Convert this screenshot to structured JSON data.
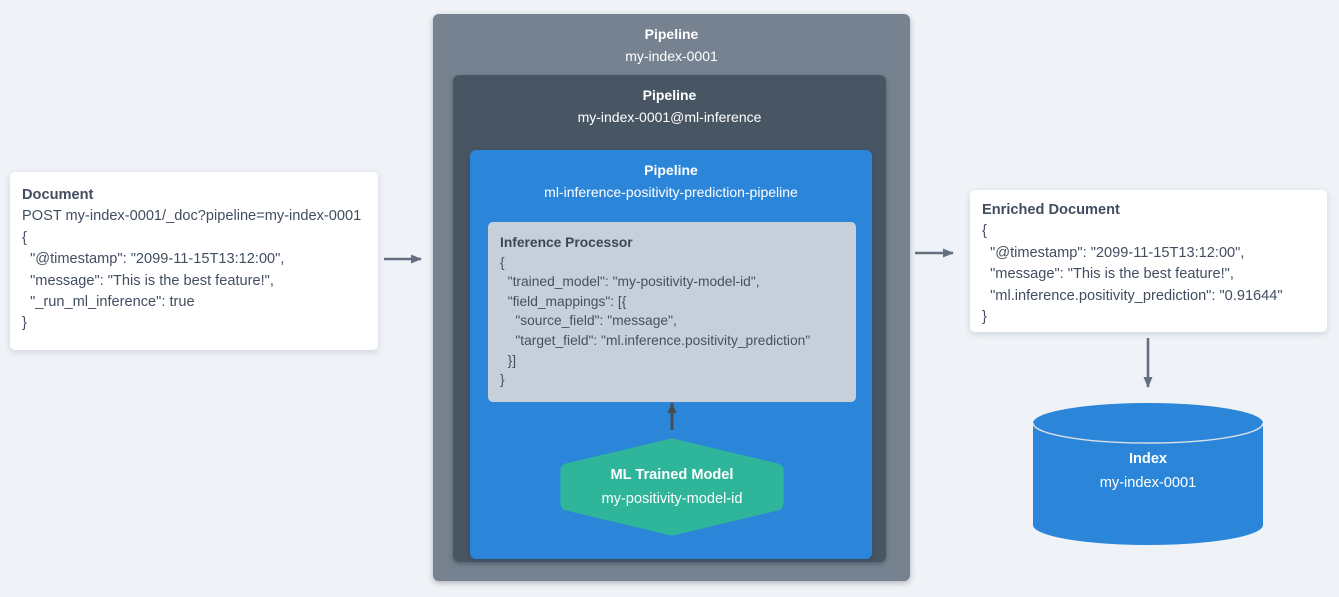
{
  "colors": {
    "bg": "#eff2f6",
    "card_bg": "#ffffff",
    "card_text": "#424e60",
    "outer_box": "#76828f",
    "mid_box": "#485563",
    "inner_box": "#2b86d9",
    "processor_bg": "#c7cfdb",
    "processor_text": "#46515f",
    "hexagon": "#2eb59a",
    "cylinder": "#2b86d9",
    "arrow": "#64707f",
    "arrow_dark": "#474c52"
  },
  "document_card": {
    "title": "Document",
    "lines": [
      "POST my-index-0001/_doc?pipeline=my-index-0001",
      "{",
      "  \"@timestamp\": \"2099-11-15T13:12:00\",",
      "  \"message\": \"This is the best feature!\",",
      "  \"_run_ml_inference\": true",
      "}"
    ]
  },
  "flow": {
    "outer_pipeline": {
      "label": "Pipeline",
      "name": "my-index-0001"
    },
    "mid_pipeline": {
      "label": "Pipeline",
      "name": "my-index-0001@ml-inference"
    },
    "inner_pipeline": {
      "label": "Pipeline",
      "name": "ml-inference-positivity-prediction-pipeline"
    },
    "inference_processor": {
      "title": "Inference Processor",
      "lines": [
        "{",
        "  \"trained_model\": \"my-positivity-model-id\",",
        "  \"field_mappings\": [{",
        "    \"source_field\": \"message\",",
        "    \"target_field\": \"ml.inference.positivity_prediction\"",
        "  }]",
        "}"
      ]
    },
    "ml_model": {
      "title": "ML Trained Model",
      "name": "my-positivity-model-id"
    }
  },
  "enriched_card": {
    "title": "Enriched Document",
    "lines": [
      "{",
      "  \"@timestamp\": \"2099-11-15T13:12:00\",",
      "  \"message\": \"This is the best feature!\",",
      "  \"ml.inference.positivity_prediction\": \"0.91644\"",
      "}"
    ]
  },
  "index": {
    "title": "Index",
    "name": "my-index-0001"
  }
}
